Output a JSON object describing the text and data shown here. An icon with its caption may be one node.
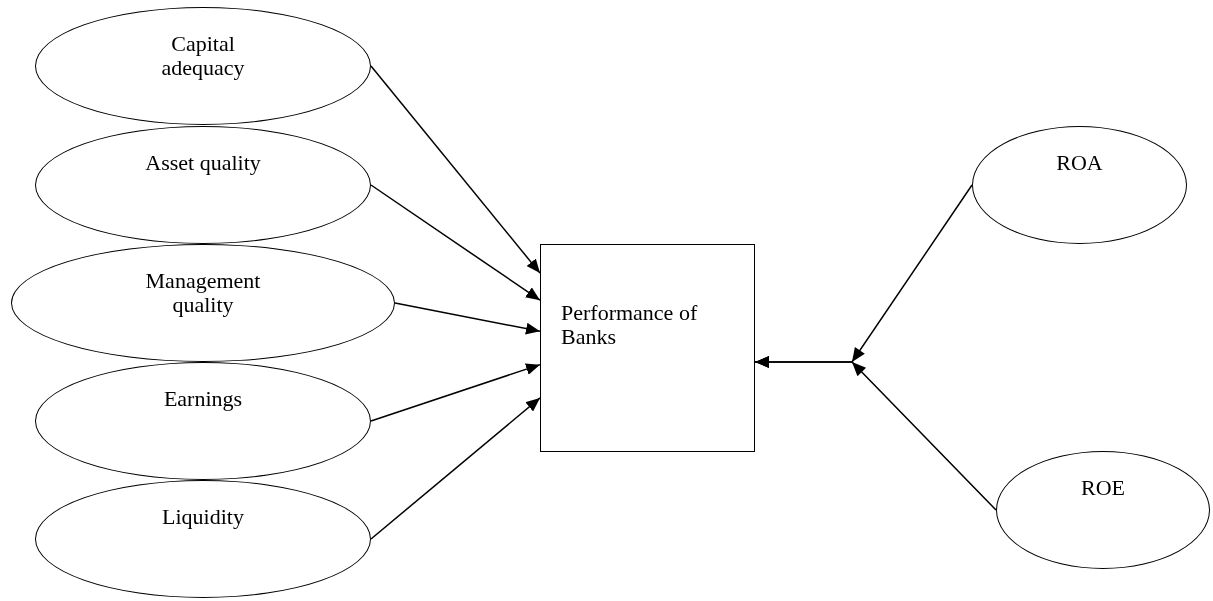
{
  "diagram": {
    "nodes": [
      {
        "text": [
          "Capital adequacy"
        ]
      },
      {
        "text": [
          "Asset quality"
        ]
      },
      {
        "text": [
          "Management quality"
        ]
      },
      {
        "text": [
          "Earnings"
        ]
      },
      {
        "text": [
          "Liquidity"
        ]
      },
      {
        "text": [
          "Performance of Banks"
        ]
      },
      {
        "text": [
          "ROA"
        ]
      },
      {
        "text": [
          "ROE"
        ]
      }
    ],
    "edges": [
      {
        "from": 0,
        "to": 5,
        "arrow": "to"
      },
      {
        "from": 1,
        "to": 5,
        "arrow": "to"
      },
      {
        "from": 2,
        "to": 5,
        "arrow": "to"
      },
      {
        "from": 3,
        "to": 5,
        "arrow": "to"
      },
      {
        "from": 4,
        "to": 5,
        "arrow": "to"
      },
      {
        "from": 6,
        "to": 5,
        "arrow": "to"
      },
      {
        "from": 7,
        "to": 5,
        "arrow": "to"
      }
    ]
  }
}
